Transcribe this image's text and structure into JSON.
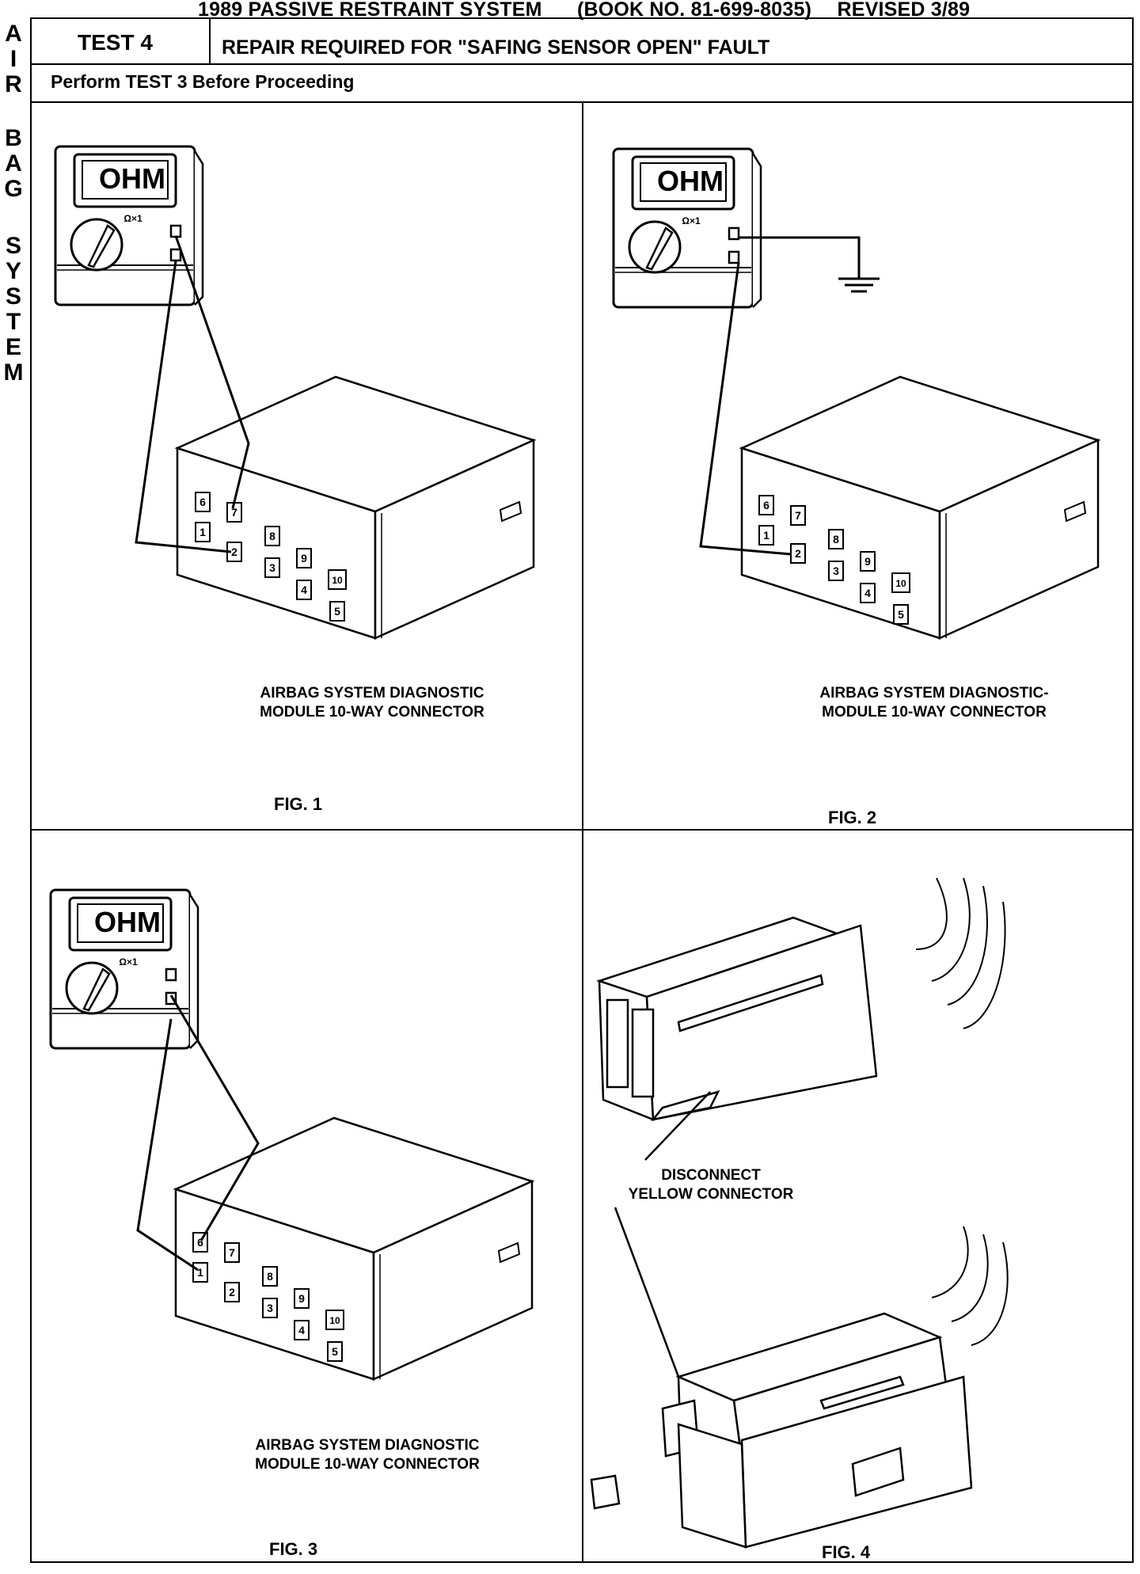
{
  "header": {
    "title": "1989 PASSIVE RESTRAINT SYSTEM",
    "book": "(BOOK NO. 81-699-8035)",
    "revised": "REVISED 3/89"
  },
  "sidebar": {
    "letters": [
      "A",
      "I",
      "R",
      "B",
      "A",
      "G",
      "S",
      "Y",
      "S",
      "T",
      "E",
      "M"
    ]
  },
  "test": {
    "number": "TEST 4",
    "title": "REPAIR REQUIRED FOR \"SAFING SENSOR OPEN\" FAULT",
    "prerequisite": "Perform TEST 3 Before Proceeding"
  },
  "meter": {
    "display": "OHM",
    "range": "Ω×1"
  },
  "figures": [
    {
      "label": "FIG. 1",
      "caption_line1": "AIRBAG SYSTEM DIAGNOSTIC",
      "caption_line2": "MODULE 10-WAY CONNECTOR"
    },
    {
      "label": "FIG. 2",
      "caption_line1": "AIRBAG SYSTEM DIAGNOSTIC-",
      "caption_line2": "MODULE 10-WAY CONNECTOR"
    },
    {
      "label": "FIG. 3",
      "caption_line1": "AIRBAG SYSTEM DIAGNOSTIC",
      "caption_line2": "MODULE 10-WAY CONNECTOR"
    },
    {
      "label": "FIG. 4",
      "caption_line1": "DISCONNECT",
      "caption_line2": "YELLOW CONNECTOR"
    }
  ],
  "pins": [
    "1",
    "2",
    "3",
    "4",
    "5",
    "6",
    "7",
    "8",
    "9",
    "10"
  ]
}
